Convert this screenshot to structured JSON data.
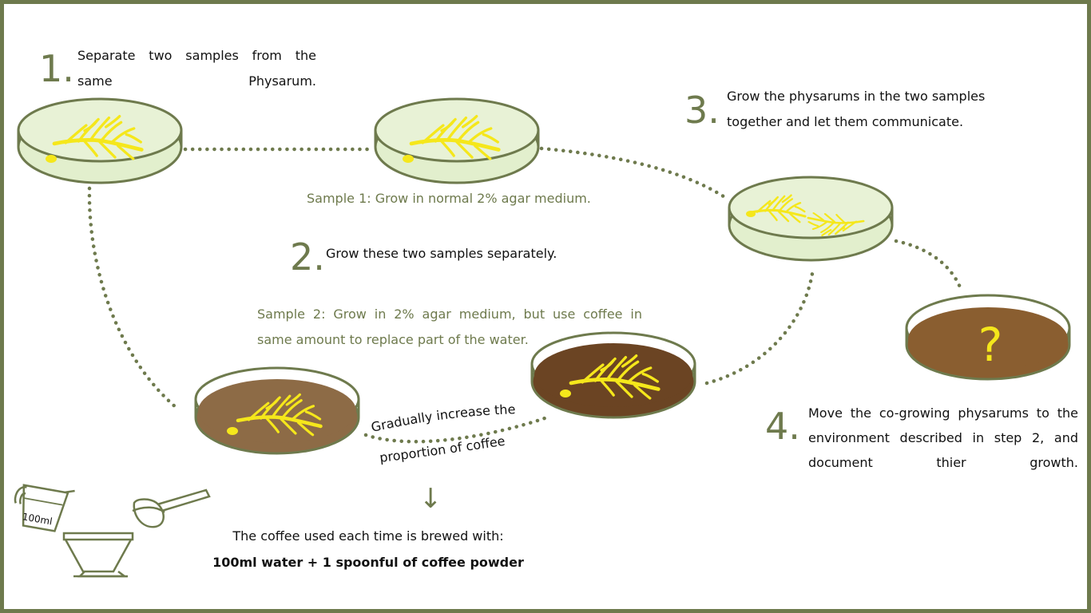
{
  "steps": [
    {
      "number": "1.",
      "text": "Separate two samples from the same Physarum."
    },
    {
      "number": "2.",
      "text": "Grow these two samples separately."
    },
    {
      "number": "3.",
      "text": "Grow the physarums in the two samples together and let them communicate."
    },
    {
      "number": "4.",
      "text": "Move the co-growing physarums to the environment described in step 2, and document thier growth."
    }
  ],
  "samples": {
    "sample1": "Sample 1: Grow in normal 2% agar medium.",
    "sample2": "Sample 2: Grow in 2% agar medium, but use coffee in same amount to replace part of the water."
  },
  "curved_label": {
    "line1": "Gradually increase the",
    "line2": "proportion of coffee"
  },
  "coffee_note": {
    "line1": "The coffee used each time is brewed with:",
    "line2": "100ml water + 1 spoonful of coffee powder"
  },
  "cup_label": "100ml",
  "unknown_dish_mark": "?",
  "arrow_glyph": "↓",
  "colors": {
    "frame": "#6e7a4d",
    "agar": "#e2efcd",
    "coffee_light": "#8b6a45",
    "coffee_dark": "#6b4423",
    "physarum": "#f5e71b",
    "dots": "#6e7a4d"
  },
  "icons": [
    "petri-dish-icon",
    "physarum-icon",
    "measuring-cup-icon",
    "coffee-dripper-icon",
    "scoop-icon"
  ]
}
